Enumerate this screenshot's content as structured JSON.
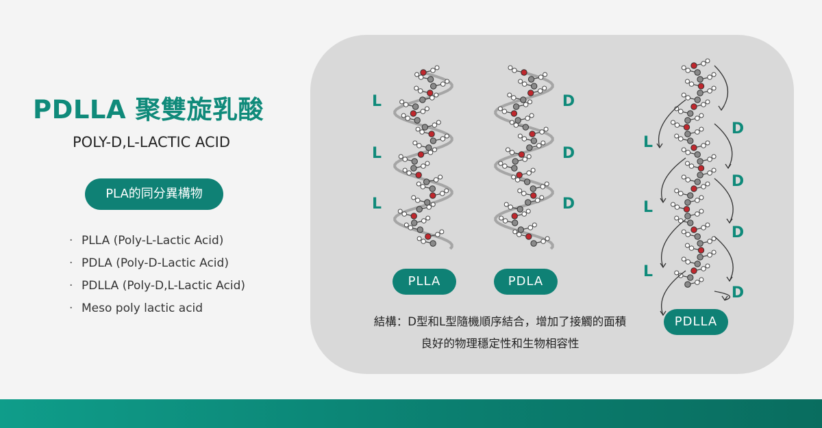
{
  "header": {
    "title": "PDLLA 聚雙旋乳酸",
    "subtitle": "POLY-D,L-LACTIC ACID"
  },
  "isomers": {
    "pill_label": "PLA的同分異構物",
    "items": [
      "PLLA (Poly-L-Lactic Acid)",
      "PDLA (Poly-D-Lactic Acid)",
      "PDLLA (Poly-D,L-Lactic Acid)",
      "Meso poly lactic acid"
    ]
  },
  "diagram": {
    "plla": {
      "labels": [
        "L",
        "L",
        "L"
      ],
      "name": "PLLA"
    },
    "pdla": {
      "labels": [
        "D",
        "D",
        "D"
      ],
      "name": "PDLA"
    },
    "pdlla": {
      "labels_l": [
        "L",
        "L",
        "L"
      ],
      "labels_d": [
        "D",
        "D",
        "D",
        "D"
      ],
      "name": "PDLLA"
    },
    "caption_line1": "結構：D型和L型隨機順序結合，增加了接觸的面積",
    "caption_line2": "良好的物理穩定性和生物相容性"
  },
  "colors": {
    "accent": "#0f8a7a",
    "pill": "#0f8175",
    "panel": "#d9d9d9",
    "oxygen": "#c0272d"
  }
}
